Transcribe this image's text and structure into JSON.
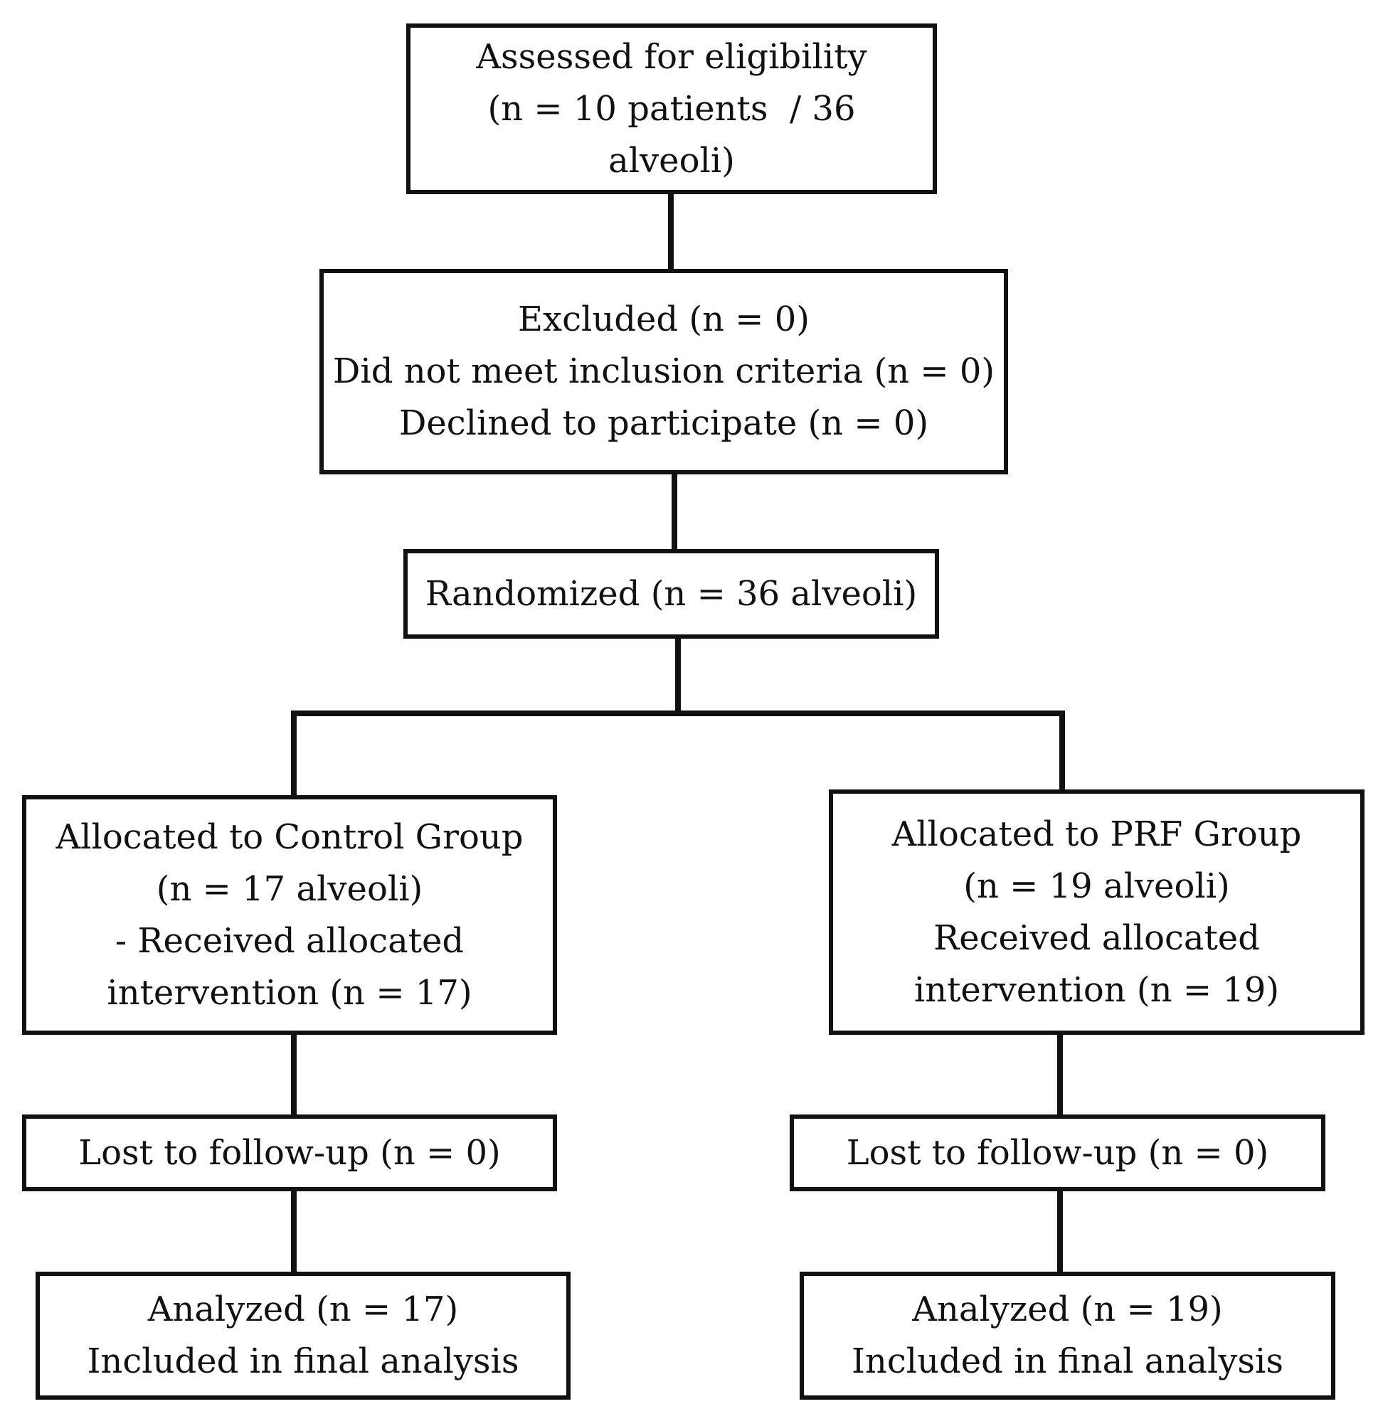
{
  "diagram": {
    "nodes": {
      "assessed": {
        "lines": [
          "Assessed for eligibility",
          "(n = 10 patients  / 36",
          "alveoli)"
        ]
      },
      "excluded": {
        "lines": [
          "Excluded (n = 0)",
          "Did not meet inclusion criteria (n = 0)",
          "Declined to participate (n = 0)"
        ]
      },
      "randomized": {
        "lines": [
          "Randomized (n = 36 alveoli)"
        ]
      },
      "control_alloc": {
        "lines": [
          "Allocated to Control Group",
          "(n = 17 alveoli)",
          "- Received allocated",
          "intervention (n = 17)"
        ]
      },
      "prf_alloc": {
        "lines": [
          "Allocated to PRF Group",
          "(n = 19 alveoli)",
          "Received allocated",
          "intervention (n = 19)"
        ]
      },
      "control_lost": {
        "lines": [
          "Lost to follow-up (n = 0)"
        ]
      },
      "prf_lost": {
        "lines": [
          "Lost to follow-up (n = 0)"
        ]
      },
      "control_analyzed": {
        "lines": [
          "Analyzed (n = 17)",
          "Included in final analysis"
        ]
      },
      "prf_analyzed": {
        "lines": [
          "Analyzed (n = 19)",
          "Included in final analysis"
        ]
      }
    },
    "edges": [
      {
        "from": "assessed",
        "to": "excluded"
      },
      {
        "from": "excluded",
        "to": "randomized"
      },
      {
        "from": "randomized",
        "to": "control_alloc"
      },
      {
        "from": "randomized",
        "to": "prf_alloc"
      },
      {
        "from": "control_alloc",
        "to": "control_lost"
      },
      {
        "from": "control_lost",
        "to": "control_analyzed"
      },
      {
        "from": "prf_alloc",
        "to": "prf_lost"
      },
      {
        "from": "prf_lost",
        "to": "prf_analyzed"
      }
    ]
  }
}
